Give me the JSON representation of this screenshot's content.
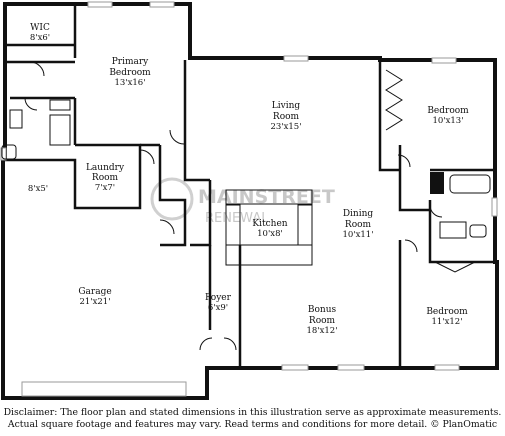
{
  "rooms": [
    {
      "id": "wic",
      "name": "WIC",
      "dims": "8'x6'"
    },
    {
      "id": "primary-bedroom",
      "name": "Primary Bedroom",
      "name_lines": [
        "Primary",
        "Bedroom"
      ],
      "dims": "13'x16'"
    },
    {
      "id": "living-room",
      "name": "Living Room",
      "name_lines": [
        "Living",
        "Room"
      ],
      "dims": "23'x15'"
    },
    {
      "id": "bedroom-ne",
      "name": "Bedroom",
      "dims": "10'x13'"
    },
    {
      "id": "laundry-room",
      "name": "Laundry Room",
      "name_lines": [
        "Laundry",
        "Room"
      ],
      "dims": "7'x7'"
    },
    {
      "id": "storage",
      "name": "",
      "dims": "8'x5'"
    },
    {
      "id": "kitchen",
      "name": "Kitchen",
      "dims": "10'x8'"
    },
    {
      "id": "dining-room",
      "name": "Dining Room",
      "name_lines": [
        "Dining",
        "Room"
      ],
      "dims": "10'x11'"
    },
    {
      "id": "garage",
      "name": "Garage",
      "dims": "21'x21'"
    },
    {
      "id": "foyer",
      "name": "Foyer",
      "dims": "6'x9'"
    },
    {
      "id": "bonus-room",
      "name": "Bonus Room",
      "name_lines": [
        "Bonus",
        "Room"
      ],
      "dims": "18'x12'"
    },
    {
      "id": "bedroom-se",
      "name": "Bedroom",
      "dims": "11'x12'"
    }
  ],
  "watermark": {
    "line1": "MAINSTREET",
    "line2": "RENEWAL"
  },
  "disclaimer": {
    "line1": "Disclaimer: The floor plan and stated dimensions in this illustration serve as approximate measurements.",
    "line2": "Actual square footage and features may vary. Read terms and conditions for more detail. © PlanOmatic"
  },
  "colors": {
    "wall": "#111111",
    "window": "#9a9a9a",
    "watermark": "#c8c8c8"
  }
}
